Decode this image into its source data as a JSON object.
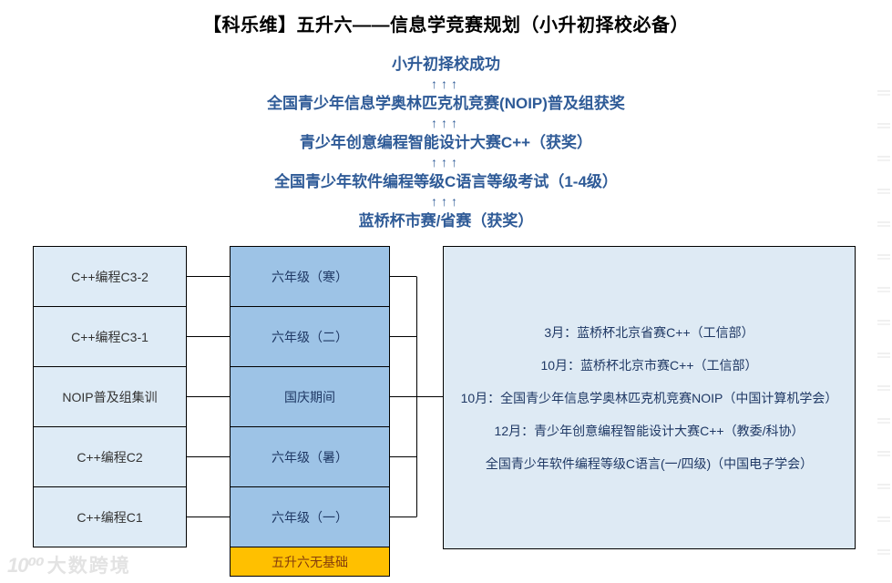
{
  "title": "【科乐维】五升六——信息学竞赛规划（小升初择校必备）",
  "flow": {
    "arrow": "↑↑↑",
    "steps": [
      {
        "label": "小升初择校成功"
      },
      {
        "label": "全国青少年信息学奥林匹克机竞赛(NOIP)普及组获奖"
      },
      {
        "label": "青少年创意编程智能设计大赛C++（获奖）"
      },
      {
        "label": "全国青少年软件编程等级C语言等级考试（1-4级）"
      },
      {
        "label": "蓝桥杯市赛/省赛（获奖）"
      }
    ]
  },
  "left_column": {
    "items": [
      {
        "label": "C++编程C3-2"
      },
      {
        "label": "C++编程C3-1"
      },
      {
        "label": "NOIP普及组集训"
      },
      {
        "label": "C++编程C2"
      },
      {
        "label": "C++编程C1"
      }
    ]
  },
  "middle_column": {
    "items": [
      {
        "label": "六年级（寒）"
      },
      {
        "label": "六年级（二）"
      },
      {
        "label": "国庆期间"
      },
      {
        "label": "六年级（暑）"
      },
      {
        "label": "六年级（一）"
      }
    ],
    "base": {
      "label": "五升六无基础"
    }
  },
  "right_panel": {
    "lines": [
      {
        "label": "3月：蓝桥杯北京省赛C++（工信部）"
      },
      {
        "label": "10月：蓝桥杯北京市赛C++（工信部）"
      },
      {
        "label": "10月：全国青少年信息学奥林匹克机竞赛NOIP（中国计算机学会）"
      },
      {
        "label": "12月：青少年创意编程智能设计大赛C++（教委/科协）"
      },
      {
        "label": "全国青少年软件编程等级C语言(一/四级)（中国电子学会）"
      }
    ]
  },
  "watermark": {
    "logo": "10⁰⁰",
    "text": "大数跨境"
  },
  "colors": {
    "flow_text": "#2f5b97",
    "left_box_fill": "#deebf6",
    "middle_box_fill": "#9dc3e6",
    "right_panel_fill": "#deeaf4",
    "base_box_fill": "#ffc000",
    "base_box_text": "#843c0c",
    "box_border": "#000000"
  }
}
